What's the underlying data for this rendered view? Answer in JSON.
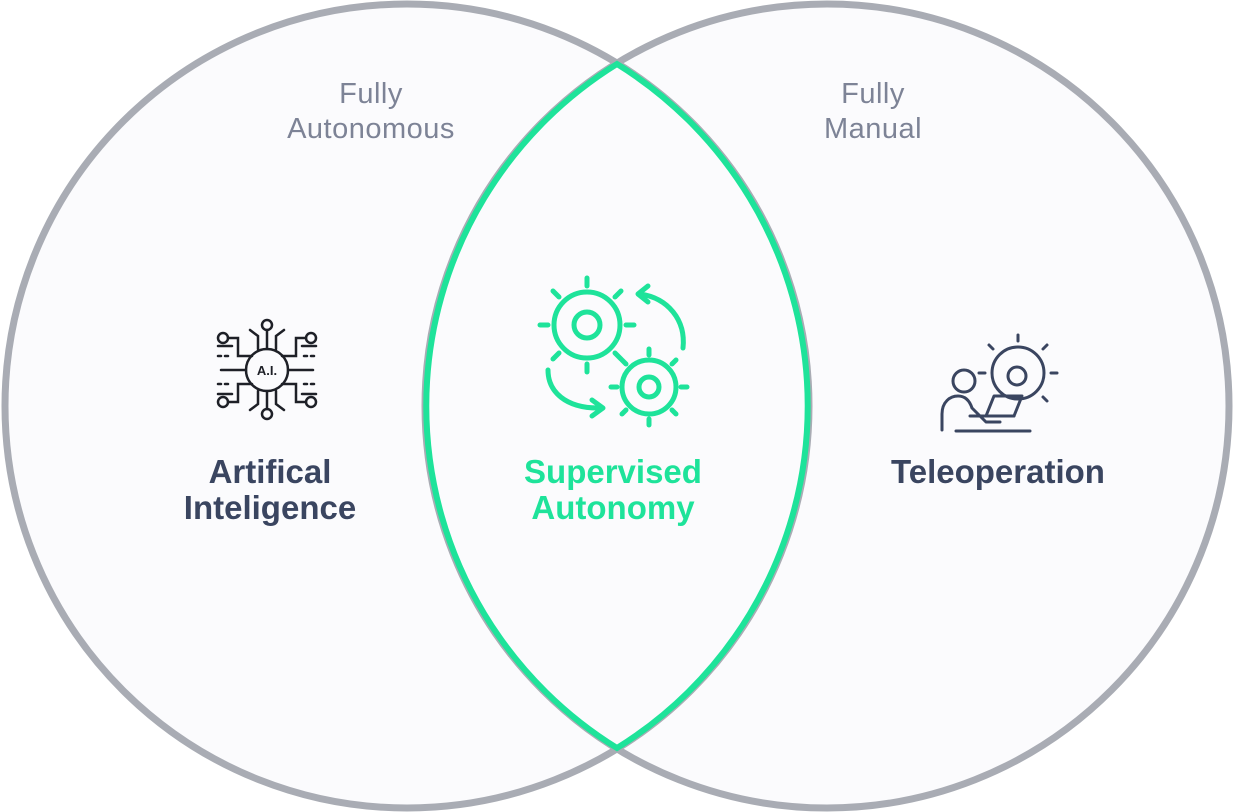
{
  "left_circle": {
    "mode_line1": "Fully",
    "mode_line2": "Autonomous",
    "title_line1": "Artifical",
    "title_line2": "Inteligence",
    "icon": "ai-chip-icon"
  },
  "right_circle": {
    "mode_line1": "Fully",
    "mode_line2": "Manual",
    "title": "Teleoperation",
    "icon": "operator-with-gear-icon"
  },
  "intersection": {
    "title_line1": "Supervised",
    "title_line2": "Autonomy",
    "icon": "gears-cycle-icon"
  },
  "colors": {
    "circle_stroke": "#a9acb4",
    "circle_fill": "#fbfbfd",
    "accent": "#1ee39a",
    "title": "#3a4560",
    "mode_text": "#7d8396",
    "icon_dark": "#1e2027",
    "icon_navy": "#3a4560"
  }
}
